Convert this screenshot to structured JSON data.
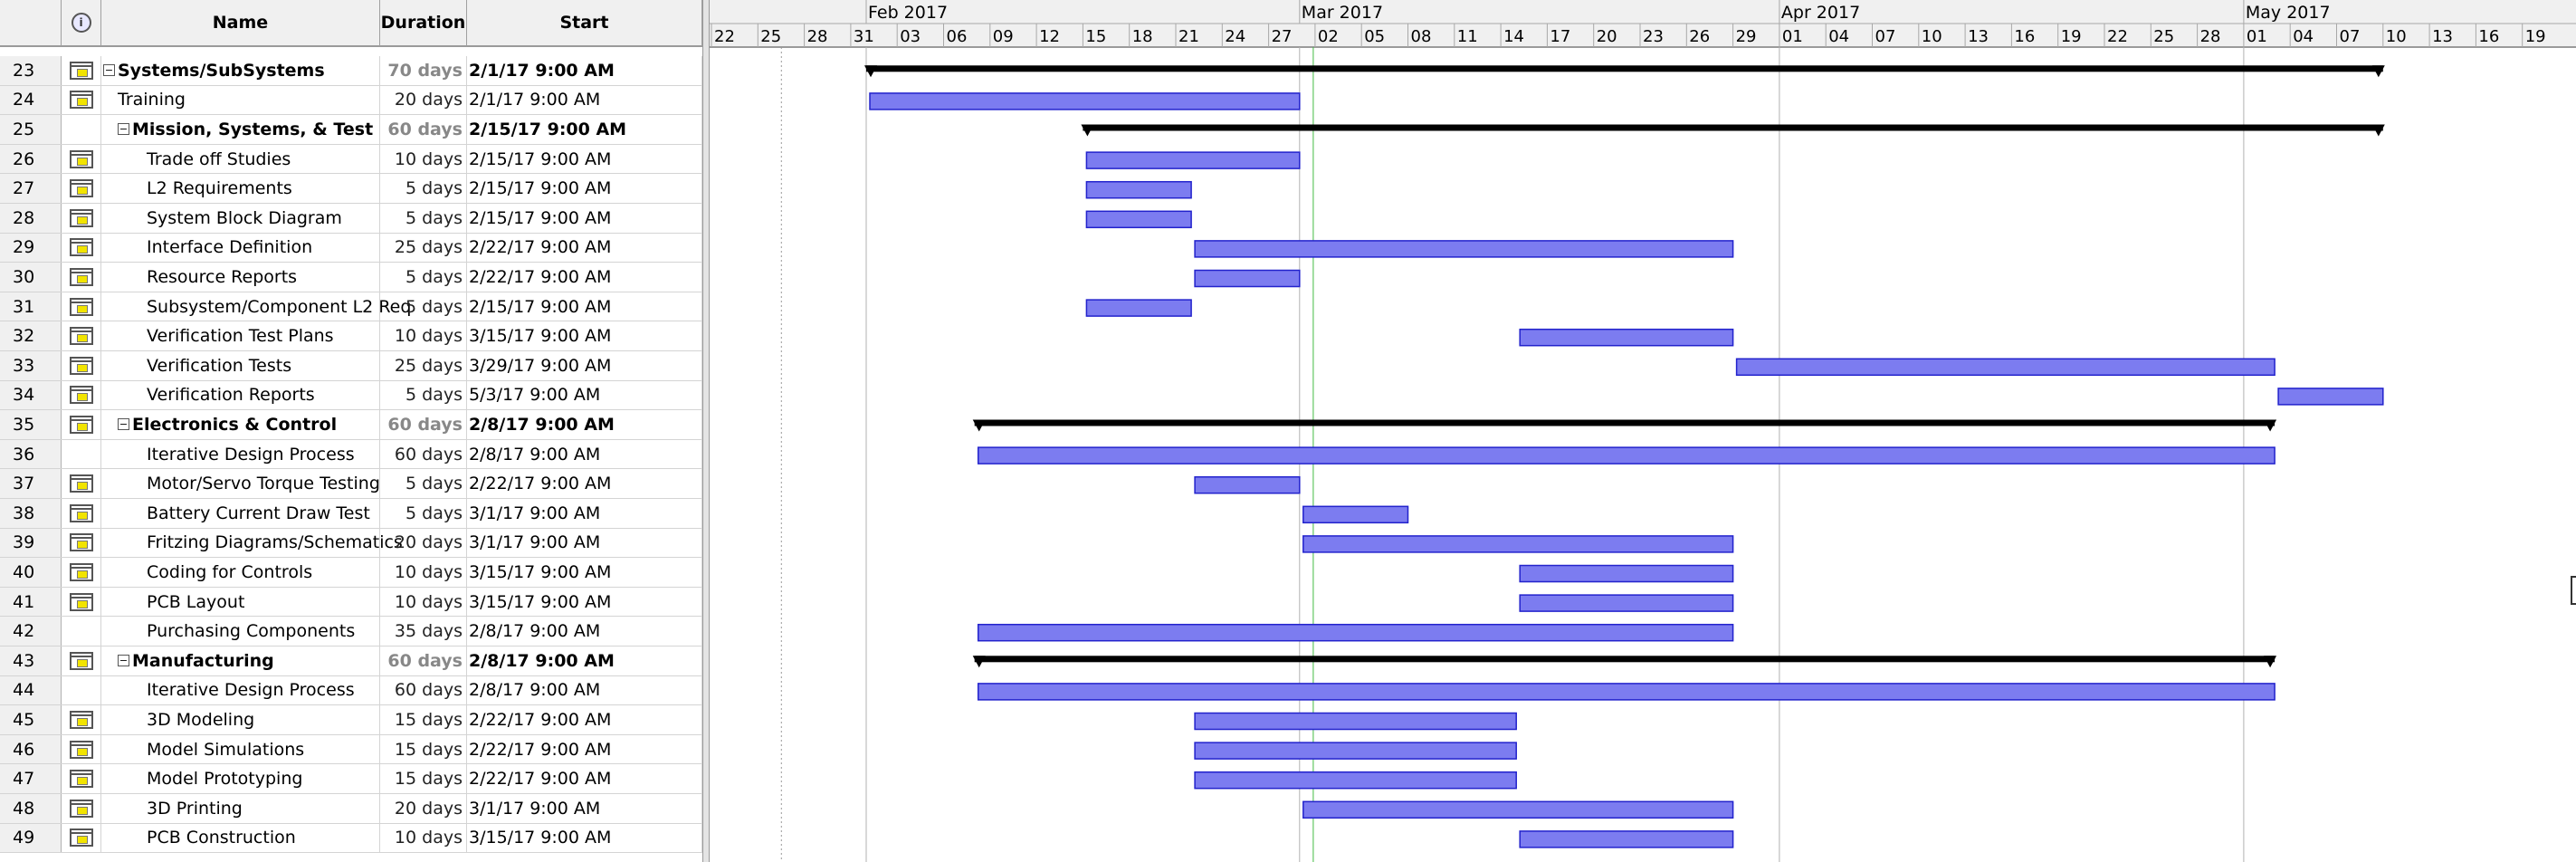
{
  "columns": {
    "indicator_glyph": "i",
    "name": "Name",
    "duration": "Duration",
    "start": "Start"
  },
  "tasks": [
    {
      "id": "23",
      "indicator": "table-icon",
      "name": "Systems/SubSystems",
      "duration": "70 days",
      "start": "2/1/17 9:00 AM",
      "level": 0,
      "summary": true
    },
    {
      "id": "24",
      "indicator": "table-icon",
      "name": "Training",
      "duration": "20 days",
      "start": "2/1/17 9:00 AM",
      "level": 1,
      "summary": false
    },
    {
      "id": "25",
      "indicator": "",
      "name": "Mission, Systems, & Test",
      "duration": "60 days",
      "start": "2/15/17 9:00 AM",
      "level": 1,
      "summary": true
    },
    {
      "id": "26",
      "indicator": "table-icon",
      "name": "Trade off Studies",
      "duration": "10 days",
      "start": "2/15/17 9:00 AM",
      "level": 2,
      "summary": false
    },
    {
      "id": "27",
      "indicator": "table-icon",
      "name": "L2 Requirements",
      "duration": "5 days",
      "start": "2/15/17 9:00 AM",
      "level": 2,
      "summary": false
    },
    {
      "id": "28",
      "indicator": "table-icon",
      "name": "System Block Diagram",
      "duration": "5 days",
      "start": "2/15/17 9:00 AM",
      "level": 2,
      "summary": false
    },
    {
      "id": "29",
      "indicator": "table-icon",
      "name": "Interface Definition",
      "duration": "25 days",
      "start": "2/22/17 9:00 AM",
      "level": 2,
      "summary": false
    },
    {
      "id": "30",
      "indicator": "table-icon",
      "name": "Resource Reports",
      "duration": "5 days",
      "start": "2/22/17 9:00 AM",
      "level": 2,
      "summary": false
    },
    {
      "id": "31",
      "indicator": "table-icon",
      "name": "Subsystem/Component L2 Req",
      "duration": "5 days",
      "start": "2/15/17 9:00 AM",
      "level": 2,
      "summary": false
    },
    {
      "id": "32",
      "indicator": "table-icon",
      "name": "Verification Test Plans",
      "duration": "10 days",
      "start": "3/15/17 9:00 AM",
      "level": 2,
      "summary": false
    },
    {
      "id": "33",
      "indicator": "table-icon",
      "name": "Verification Tests",
      "duration": "25 days",
      "start": "3/29/17 9:00 AM",
      "level": 2,
      "summary": false
    },
    {
      "id": "34",
      "indicator": "table-icon",
      "name": "Verification Reports",
      "duration": "5 days",
      "start": "5/3/17 9:00 AM",
      "level": 2,
      "summary": false
    },
    {
      "id": "35",
      "indicator": "table-icon",
      "name": "Electronics & Control",
      "duration": "60 days",
      "start": "2/8/17 9:00 AM",
      "level": 1,
      "summary": true
    },
    {
      "id": "36",
      "indicator": "",
      "name": "Iterative Design Process",
      "duration": "60 days",
      "start": "2/8/17 9:00 AM",
      "level": 2,
      "summary": false
    },
    {
      "id": "37",
      "indicator": "table-icon",
      "name": "Motor/Servo Torque Testing",
      "duration": "5 days",
      "start": "2/22/17 9:00 AM",
      "level": 2,
      "summary": false
    },
    {
      "id": "38",
      "indicator": "table-icon",
      "name": "Battery Current Draw Test",
      "duration": "5 days",
      "start": "3/1/17 9:00 AM",
      "level": 2,
      "summary": false
    },
    {
      "id": "39",
      "indicator": "table-icon",
      "name": "Fritzing Diagrams/Schematics",
      "duration": "20 days",
      "start": "3/1/17 9:00 AM",
      "level": 2,
      "summary": false
    },
    {
      "id": "40",
      "indicator": "table-icon",
      "name": "Coding for Controls",
      "duration": "10 days",
      "start": "3/15/17 9:00 AM",
      "level": 2,
      "summary": false
    },
    {
      "id": "41",
      "indicator": "table-icon",
      "name": "PCB Layout",
      "duration": "10 days",
      "start": "3/15/17 9:00 AM",
      "level": 2,
      "summary": false
    },
    {
      "id": "42",
      "indicator": "",
      "name": "Purchasing Components",
      "duration": "35 days",
      "start": "2/8/17 9:00 AM",
      "level": 2,
      "summary": false
    },
    {
      "id": "43",
      "indicator": "table-icon",
      "name": "Manufacturing",
      "duration": "60 days",
      "start": "2/8/17 9:00 AM",
      "level": 1,
      "summary": true
    },
    {
      "id": "44",
      "indicator": "",
      "name": "Iterative Design Process",
      "duration": "60 days",
      "start": "2/8/17 9:00 AM",
      "level": 2,
      "summary": false
    },
    {
      "id": "45",
      "indicator": "table-icon",
      "name": "3D Modeling",
      "duration": "15 days",
      "start": "2/22/17 9:00 AM",
      "level": 2,
      "summary": false
    },
    {
      "id": "46",
      "indicator": "table-icon",
      "name": "Model Simulations",
      "duration": "15 days",
      "start": "2/22/17 9:00 AM",
      "level": 2,
      "summary": false
    },
    {
      "id": "47",
      "indicator": "table-icon",
      "name": "Model Prototyping",
      "duration": "15 days",
      "start": "2/22/17 9:00 AM",
      "level": 2,
      "summary": false
    },
    {
      "id": "48",
      "indicator": "table-icon",
      "name": "3D Printing",
      "duration": "20 days",
      "start": "3/1/17 9:00 AM",
      "level": 2,
      "summary": false
    },
    {
      "id": "49",
      "indicator": "table-icon",
      "name": "PCB Construction",
      "duration": "10 days",
      "start": "3/15/17 9:00 AM",
      "level": 2,
      "summary": false
    }
  ],
  "timescale": {
    "months": [
      "Feb 2017",
      "Mar 2017",
      "Apr 2017",
      "May 2017"
    ],
    "month_starts": [
      "2017-02-01",
      "2017-03-01",
      "2017-04-01",
      "2017-05-01"
    ],
    "first_tick_date": "2017-01-22",
    "tick_interval_days": 3,
    "tick_count": 40,
    "today_line_date": "2017-03-02"
  },
  "bars": [
    {
      "task": "23",
      "type": "summary",
      "start": "2017-02-01",
      "finish": "2017-05-10"
    },
    {
      "task": "24",
      "type": "task",
      "start": "2017-02-01",
      "finish": "2017-03-01"
    },
    {
      "task": "25",
      "type": "summary",
      "start": "2017-02-15",
      "finish": "2017-05-10"
    },
    {
      "task": "26",
      "type": "task",
      "start": "2017-02-15",
      "finish": "2017-03-01"
    },
    {
      "task": "27",
      "type": "task",
      "start": "2017-02-15",
      "finish": "2017-02-22"
    },
    {
      "task": "28",
      "type": "task",
      "start": "2017-02-15",
      "finish": "2017-02-22"
    },
    {
      "task": "29",
      "type": "task",
      "start": "2017-02-22",
      "finish": "2017-03-29"
    },
    {
      "task": "30",
      "type": "task",
      "start": "2017-02-22",
      "finish": "2017-03-01"
    },
    {
      "task": "31",
      "type": "task",
      "start": "2017-02-15",
      "finish": "2017-02-22"
    },
    {
      "task": "32",
      "type": "task",
      "start": "2017-03-15",
      "finish": "2017-03-29"
    },
    {
      "task": "33",
      "type": "task",
      "start": "2017-03-29",
      "finish": "2017-05-03"
    },
    {
      "task": "34",
      "type": "task",
      "start": "2017-05-03",
      "finish": "2017-05-10"
    },
    {
      "task": "35",
      "type": "summary",
      "start": "2017-02-08",
      "finish": "2017-05-03"
    },
    {
      "task": "36",
      "type": "task",
      "start": "2017-02-08",
      "finish": "2017-05-03"
    },
    {
      "task": "37",
      "type": "task",
      "start": "2017-02-22",
      "finish": "2017-03-01"
    },
    {
      "task": "38",
      "type": "task",
      "start": "2017-03-01",
      "finish": "2017-03-08"
    },
    {
      "task": "39",
      "type": "task",
      "start": "2017-03-01",
      "finish": "2017-03-29"
    },
    {
      "task": "40",
      "type": "task",
      "start": "2017-03-15",
      "finish": "2017-03-29"
    },
    {
      "task": "41",
      "type": "task",
      "start": "2017-03-15",
      "finish": "2017-03-29"
    },
    {
      "task": "42",
      "type": "task",
      "start": "2017-02-08",
      "finish": "2017-03-29"
    },
    {
      "task": "43",
      "type": "summary",
      "start": "2017-02-08",
      "finish": "2017-05-03"
    },
    {
      "task": "44",
      "type": "task",
      "start": "2017-02-08",
      "finish": "2017-05-03"
    },
    {
      "task": "45",
      "type": "task",
      "start": "2017-02-22",
      "finish": "2017-03-15"
    },
    {
      "task": "46",
      "type": "task",
      "start": "2017-02-22",
      "finish": "2017-03-15"
    },
    {
      "task": "47",
      "type": "task",
      "start": "2017-02-22",
      "finish": "2017-03-15"
    },
    {
      "task": "48",
      "type": "task",
      "start": "2017-03-01",
      "finish": "2017-03-29"
    },
    {
      "task": "49",
      "type": "task",
      "start": "2017-03-15",
      "finish": "2017-03-29"
    }
  ],
  "colors": {
    "task_bar_fill": "#7c7cf0",
    "task_bar_border": "#2222cc",
    "summary_bar": "#000000",
    "month_line": "#b0b0b0",
    "today_line": "#44bb44",
    "header_bg": "#f0f0f0"
  }
}
